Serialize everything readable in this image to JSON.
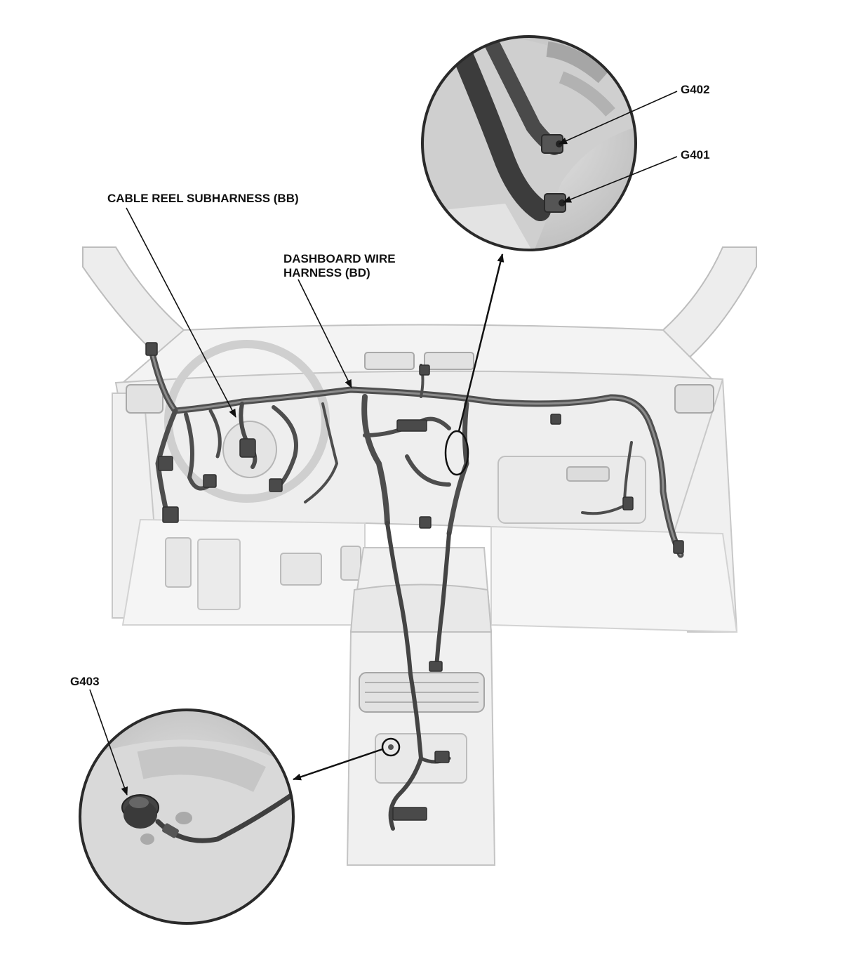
{
  "labels": {
    "cable_reel": "CABLE REEL SUBHARNESS (BB)",
    "dashboard_line1": "DASHBOARD WIRE",
    "dashboard_line2": "HARNESS (BD)",
    "g402": "G402",
    "g401": "G401",
    "g403": "G403"
  },
  "colors": {
    "line": "#111111",
    "body_fill": "#f1f1f1",
    "body_stroke": "#b9b9b9",
    "harness": "#5c5c5c",
    "harness_dark": "#3a3a3a",
    "detail_ring": "#2a2a2a",
    "detail_fill": "#dcdcdc"
  }
}
